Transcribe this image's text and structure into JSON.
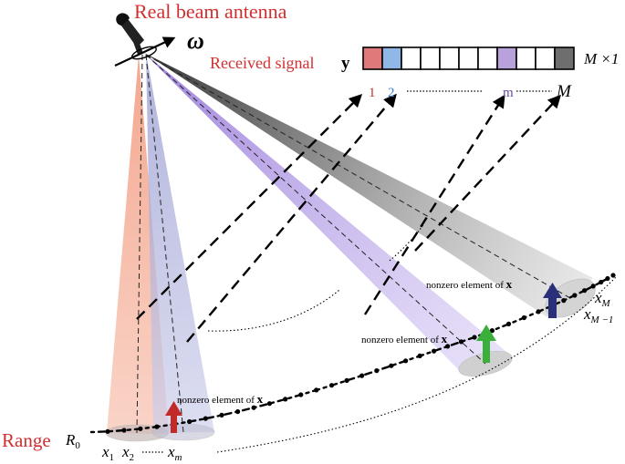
{
  "labels": {
    "antenna": "Real beam antenna",
    "omega": "ω",
    "received_signal": "Received signal",
    "signal_vector": "y",
    "vector_size": "M ×1",
    "range": "Range",
    "r0_main": "R",
    "r0_sub": "0",
    "nonzero_text": "nonzero element of ",
    "nonzero_bold": "x"
  },
  "signal_cells": [
    {
      "index_label": "1",
      "color": "#e07a7a"
    },
    {
      "index_label": "2",
      "color": "#8fb8e6"
    },
    {
      "index_label": "",
      "color": "#ffffff"
    },
    {
      "index_label": "",
      "color": "#ffffff"
    },
    {
      "index_label": "",
      "color": "#ffffff"
    },
    {
      "index_label": "",
      "color": "#ffffff"
    },
    {
      "index_label": "",
      "color": "#ffffff"
    },
    {
      "index_label": "m",
      "color": "#b9a1dc"
    },
    {
      "index_label": "",
      "color": "#ffffff"
    },
    {
      "index_label": "",
      "color": "#ffffff"
    },
    {
      "index_label": "M",
      "color": "#6e6e6e"
    }
  ],
  "index_label_colors": {
    "1": "#c03030",
    "2": "#3a7fd0",
    "m": "#6a4a9a",
    "M": "#000000"
  },
  "x_labels": {
    "x1": {
      "main": "x",
      "sub": "1"
    },
    "x2": {
      "main": "x",
      "sub": "2"
    },
    "xm": {
      "main": "x",
      "sub": "m"
    },
    "xM": {
      "main": "x",
      "sub": "M"
    },
    "xM1": {
      "main": "x",
      "sub": "M −1"
    }
  },
  "colors": {
    "beam_red": "#f4a98f",
    "beam_blue": "#b5b8dc",
    "beam_purple": "#b9a1e4",
    "beam_gray": "#3a3a3a",
    "arrow_red": "#c22a2a",
    "arrow_green": "#3ab03a",
    "arrow_navy": "#2a2f7a",
    "accent_red": "#d03030"
  }
}
